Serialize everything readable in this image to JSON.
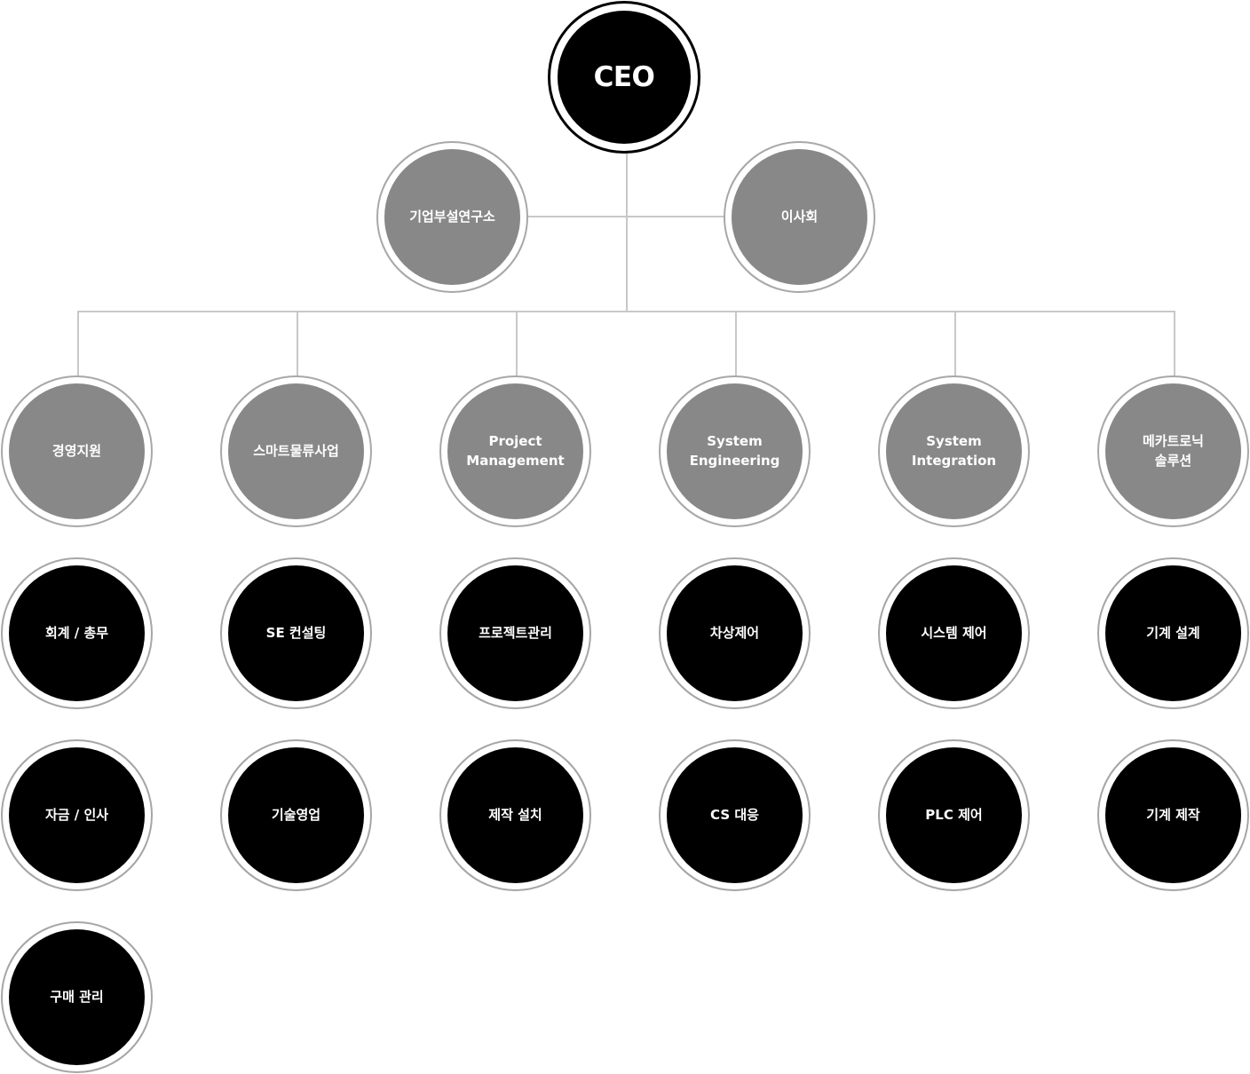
{
  "ceo": {
    "label": "CEO"
  },
  "advisors": [
    {
      "label": "기업부설연구소"
    },
    {
      "label": "이사회"
    }
  ],
  "departments": [
    {
      "label": "경영지원",
      "teams": [
        "회계 / 총무",
        "자금 / 인사",
        "구매 관리"
      ]
    },
    {
      "label": "스마트물류사업",
      "teams": [
        "SE 컨설팅",
        "기술영업"
      ]
    },
    {
      "label": "Project\nManagement",
      "teams": [
        "프로젝트관리",
        "제작 설치"
      ]
    },
    {
      "label": "System\nEngineering",
      "teams": [
        "차상제어",
        "CS 대응"
      ]
    },
    {
      "label": "System\nIntegration",
      "teams": [
        "시스템 제어",
        "PLC 제어"
      ]
    },
    {
      "label": "메카트로닉\n솔루션",
      "teams": [
        "기계 설계",
        "기계 제작"
      ]
    }
  ],
  "colors": {
    "ceo": "#000000",
    "division": "#888888",
    "team": "#000000",
    "connector": "#c8c8c8",
    "ring": "#a8a8a8"
  }
}
